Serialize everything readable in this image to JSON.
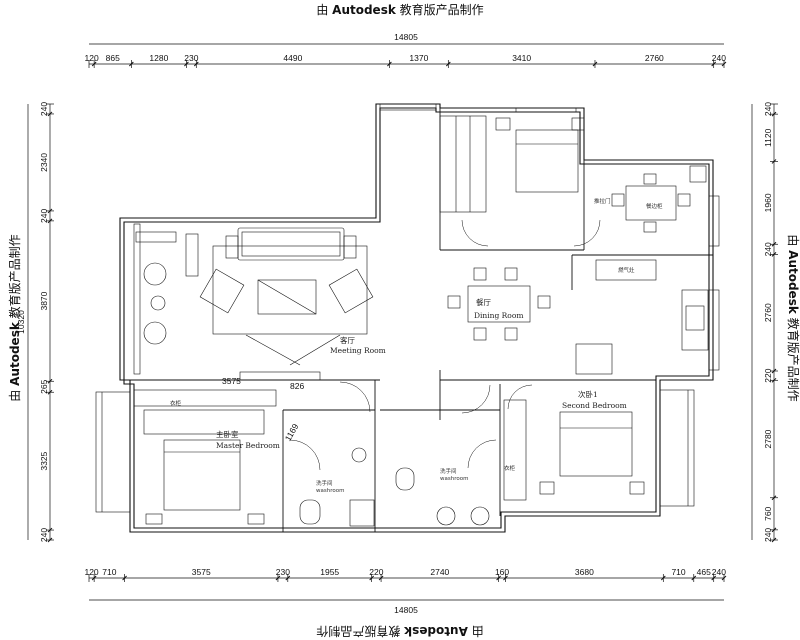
{
  "watermark": {
    "prefix": "由",
    "brand": "Autodesk",
    "suffix": "教育版产品制作"
  },
  "dimensions": {
    "top_total": "14805",
    "top_segments": [
      "120",
      "865",
      "1280",
      "230",
      "4490",
      "1370",
      "3410",
      "2760",
      "240"
    ],
    "bottom_total": "14805",
    "bottom_segments": [
      "120",
      "710",
      "3575",
      "230",
      "1955",
      "220",
      "2740",
      "160",
      "3680",
      "710",
      "465",
      "240"
    ],
    "left_total": "10320",
    "left_segments": [
      "240",
      "2340",
      "240",
      "3870",
      "265",
      "3325",
      "240"
    ],
    "right_segments": [
      "240",
      "1120",
      "1960",
      "240",
      "2760",
      "220",
      "2780",
      "760",
      "240"
    ]
  },
  "interior_dims": {
    "living_span": "3575",
    "closet": "826",
    "diag": "1169"
  },
  "rooms": {
    "living_cn": "客厅",
    "living_en": "Meeting Room",
    "dining_cn": "餐厅",
    "dining_en": "Dining Room",
    "second_cn": "次卧1",
    "second_en": "Second Bedroom",
    "master_cn": "主卧室",
    "master_en": "Master Bedroom",
    "tea_cn": "餐边柜",
    "slide_door": "推拉门",
    "wardrobe": "衣柜",
    "wash1": "洗手间",
    "wash2": "洗手间",
    "wash_en": "washroom",
    "bed3_wardrobe": "衣柜",
    "stove": "燃气灶"
  }
}
